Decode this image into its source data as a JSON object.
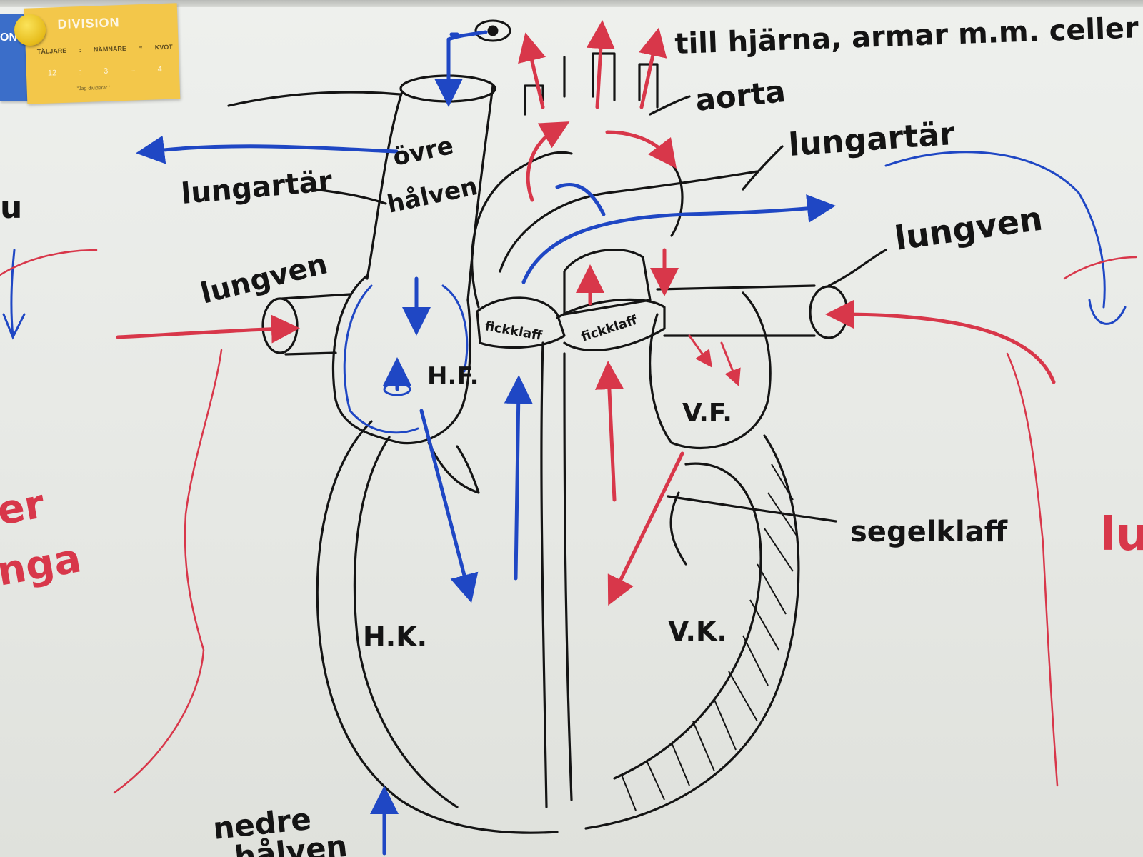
{
  "labels": {
    "top_caption": "till hjärna, armar m.m. celler o",
    "aorta": "aorta",
    "lungartar_right": "lungartär",
    "lungartar_left": "lungartär",
    "ovre_halven_1": "övre",
    "ovre_halven_2": "hålven",
    "lungven_left": "lungven",
    "lungven_right": "lungven",
    "hf": "H.F.",
    "vf": "V.F.",
    "fickklaff_left": "fickklaff",
    "fickklaff_right": "fickklaff",
    "segelklaff": "segelklaff",
    "hk": "H.K.",
    "vk": "V.K.",
    "nedre_halven_1": "nedre",
    "nedre_halven_2": "hålven",
    "left_edge_1": "u",
    "left_edge_2": "er",
    "left_edge_3": "nga",
    "right_edge": "lu"
  },
  "division_card": {
    "title": "DIVISION",
    "side_fragment": "ON",
    "terms": [
      "TÄLJARE",
      ":",
      "NÄMNARE",
      "=",
      "KVOT"
    ],
    "example": [
      "12",
      ":",
      "3",
      "=",
      "4"
    ],
    "footer": "\"Jag dividerar.\""
  },
  "colors": {
    "board": "#e9ebe8",
    "marker_black": "#141414",
    "marker_blue": "#1f47c4",
    "marker_red": "#d8374a",
    "card_yellow": "#f3c74a",
    "card_blue": "#3b6ec9"
  }
}
